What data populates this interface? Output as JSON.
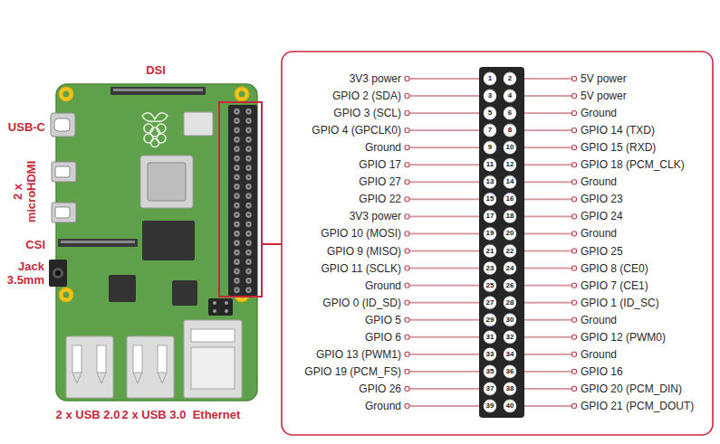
{
  "diagram": {
    "labels": [
      "DSI",
      "USB-C",
      "2 x microHDMI",
      "CSI",
      "Jack 3.5mm",
      "2 x USB 2.0",
      "2 x USB 3.0",
      "Ethernet",
      "3V3 power",
      "1",
      "2",
      "5V power",
      "GPIO 2 (SDA)",
      "3",
      "4",
      "5V power",
      "GPIO 3 (SCL)",
      "5",
      "6",
      "Ground",
      "GPIO 4 (GPCLK0)",
      "7",
      "8",
      "GPIO 14 (TXD)",
      "Ground",
      "9",
      "10",
      "GPIO 15 (RXD)",
      "GPIO 17",
      "11",
      "12",
      "GPIO 18 (PCM_CLK)",
      "GPIO 27",
      "13",
      "14",
      "Ground",
      "GPIO 22",
      "15",
      "16",
      "GPIO 23",
      "3V3 power",
      "17",
      "18",
      "GPIO 24",
      "GPIO 10 (MOSI)",
      "19",
      "20",
      "Ground",
      "GPIO 9 (MISO)",
      "21",
      "22",
      "GPIO 25",
      "GPIO 11 (SCLK)",
      "23",
      "24",
      "GPIO 8 (CE0)",
      "Ground",
      "25",
      "26",
      "GPIO 7 (CE1)",
      "GPIO 0 (ID_SD)",
      "27",
      "28",
      "GPIO 1 (ID_SC)",
      "GPIO 5",
      "29",
      "30",
      "Ground",
      "GPIO 6",
      "31",
      "32",
      "GPIO 12 (PWM0)",
      "GPIO 13 (PWM1)",
      "33",
      "34",
      "Ground",
      "GPIO 19 (PCM_FS)",
      "35",
      "36",
      "GPIO 16",
      "GPIO 26",
      "37",
      "38",
      "GPIO 20 (PCM_DIN)",
      "Ground",
      "39",
      "40",
      "GPIO 21 (PCM_DOUT)"
    ]
  }
}
